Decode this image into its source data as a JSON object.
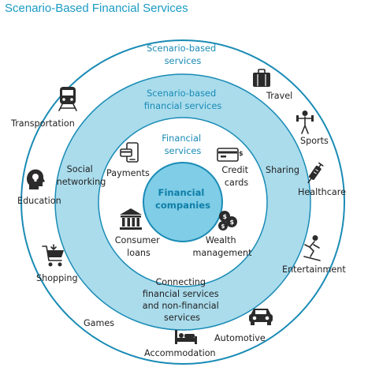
{
  "title": "Scenario-Based Financial Services",
  "colors": {
    "title": "#1a9bc4",
    "ring_stroke": "#1a8bb5",
    "ring_fill": "#aadcec",
    "core_fill": "#7fcde6",
    "text": "#222222",
    "icon": "#2b2b2b"
  },
  "rings": {
    "outer": [
      "Scenario-based",
      "services"
    ],
    "middle": [
      "Scenario-based",
      "financial services"
    ],
    "inner": [
      "Financial",
      "services"
    ],
    "core": [
      "Financial",
      "companies"
    ]
  },
  "scenario_services": {
    "travel": "Travel",
    "sports": "Sports",
    "healthcare": "Healthcare",
    "entertainment": "Entertainment",
    "automotive": "Automotive",
    "accommodation": "Accommodation",
    "games": "Games",
    "shopping": "Shopping",
    "education": "Education",
    "transportation": "Transportation"
  },
  "scenario_financial": {
    "social_networking": [
      "Social",
      "networking"
    ],
    "sharing": "Sharing",
    "connecting": [
      "Connecting",
      "financial services",
      "and non-financial",
      "services"
    ]
  },
  "financial_services": {
    "payments": "Payments",
    "credit_cards": [
      "Credit",
      "cards"
    ],
    "consumer_loans": [
      "Consumer",
      "loans"
    ],
    "wealth_management": [
      "Wealth",
      "management"
    ]
  },
  "icons": {
    "travel": "suitcase-icon",
    "sports": "athlete-icon",
    "healthcare": "syringe-icon",
    "entertainment": "skier-icon",
    "automotive": "car-icon",
    "accommodation": "bed-icon",
    "shopping": "shopping-cart-icon",
    "education": "head-lightbulb-icon",
    "transportation": "train-icon",
    "payments": "mobile-payment-icon",
    "credit_cards": "credit-card-icon",
    "consumer_loans": "bank-icon",
    "wealth_management": "coins-icon"
  }
}
